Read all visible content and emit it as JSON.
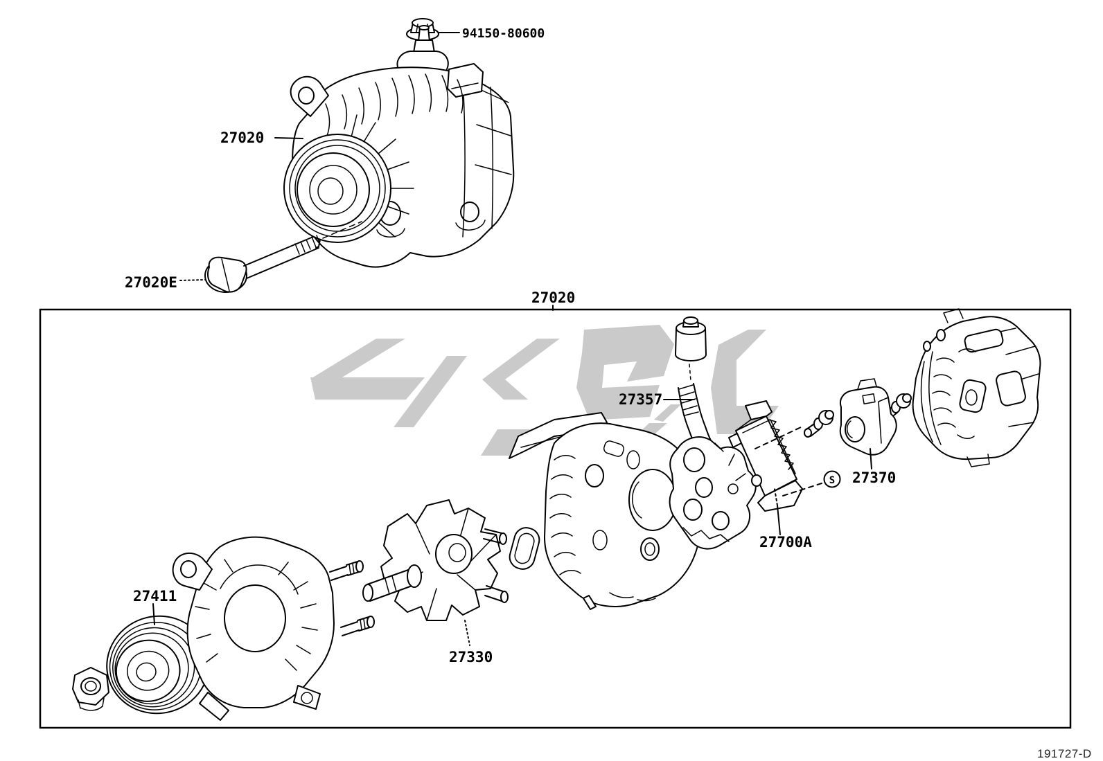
{
  "footer_code": "191727-D",
  "colors": {
    "line": "#000000",
    "watermark": "#cacaca",
    "background": "#ffffff"
  },
  "callouts": {
    "flange_nut": "94150-80600",
    "assembly": "27020",
    "mount_bolt": "27020E",
    "exploded_box": "27020",
    "terminal_insulator": "27357",
    "brush_holder": "27370",
    "regulator": "27700A",
    "pulley": "27411",
    "rotor": "27330",
    "marker_s": "S"
  }
}
